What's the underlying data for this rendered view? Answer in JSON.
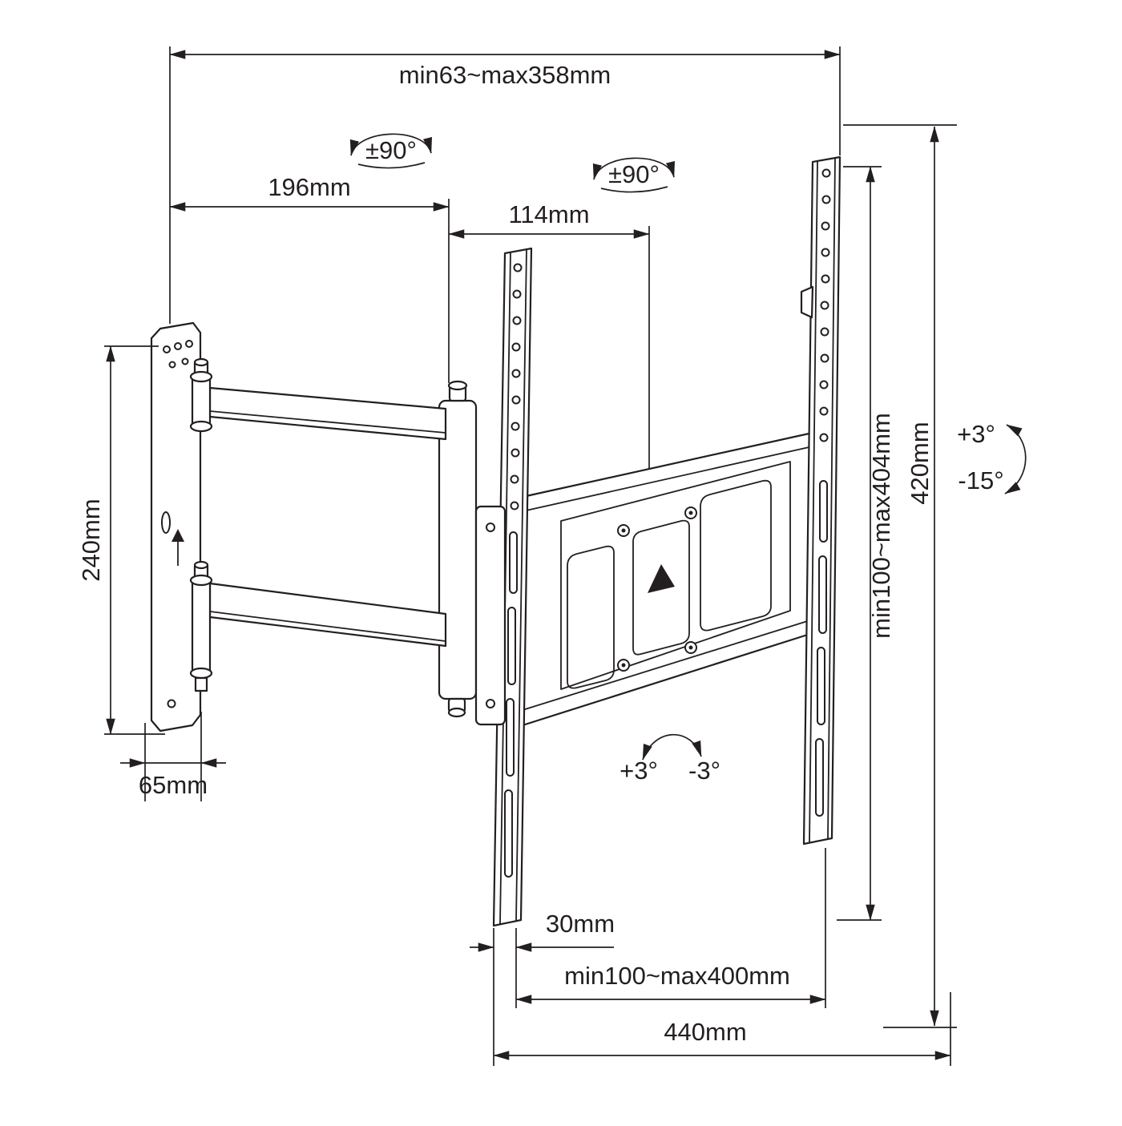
{
  "diagram": {
    "subject": "Full-motion TV wall mount dimensional drawing",
    "line_color": "#231f20",
    "labels": {
      "top_width": "min63~max358mm",
      "swivel_left": "±90°",
      "swivel_right": "±90°",
      "arm_length": "196mm",
      "arm_extension": "114mm",
      "wall_plate_height": "240mm",
      "wall_plate_width": "65mm",
      "vesa_height_range": "min100~max404mm",
      "bracket_height": "420mm",
      "tilt_up": "+3°",
      "tilt_down": "-15°",
      "level_left": "+3°",
      "level_right": "-3°",
      "hole_offset": "30mm",
      "vesa_width_range": "min100~max400mm",
      "bracket_width": "440mm"
    }
  }
}
